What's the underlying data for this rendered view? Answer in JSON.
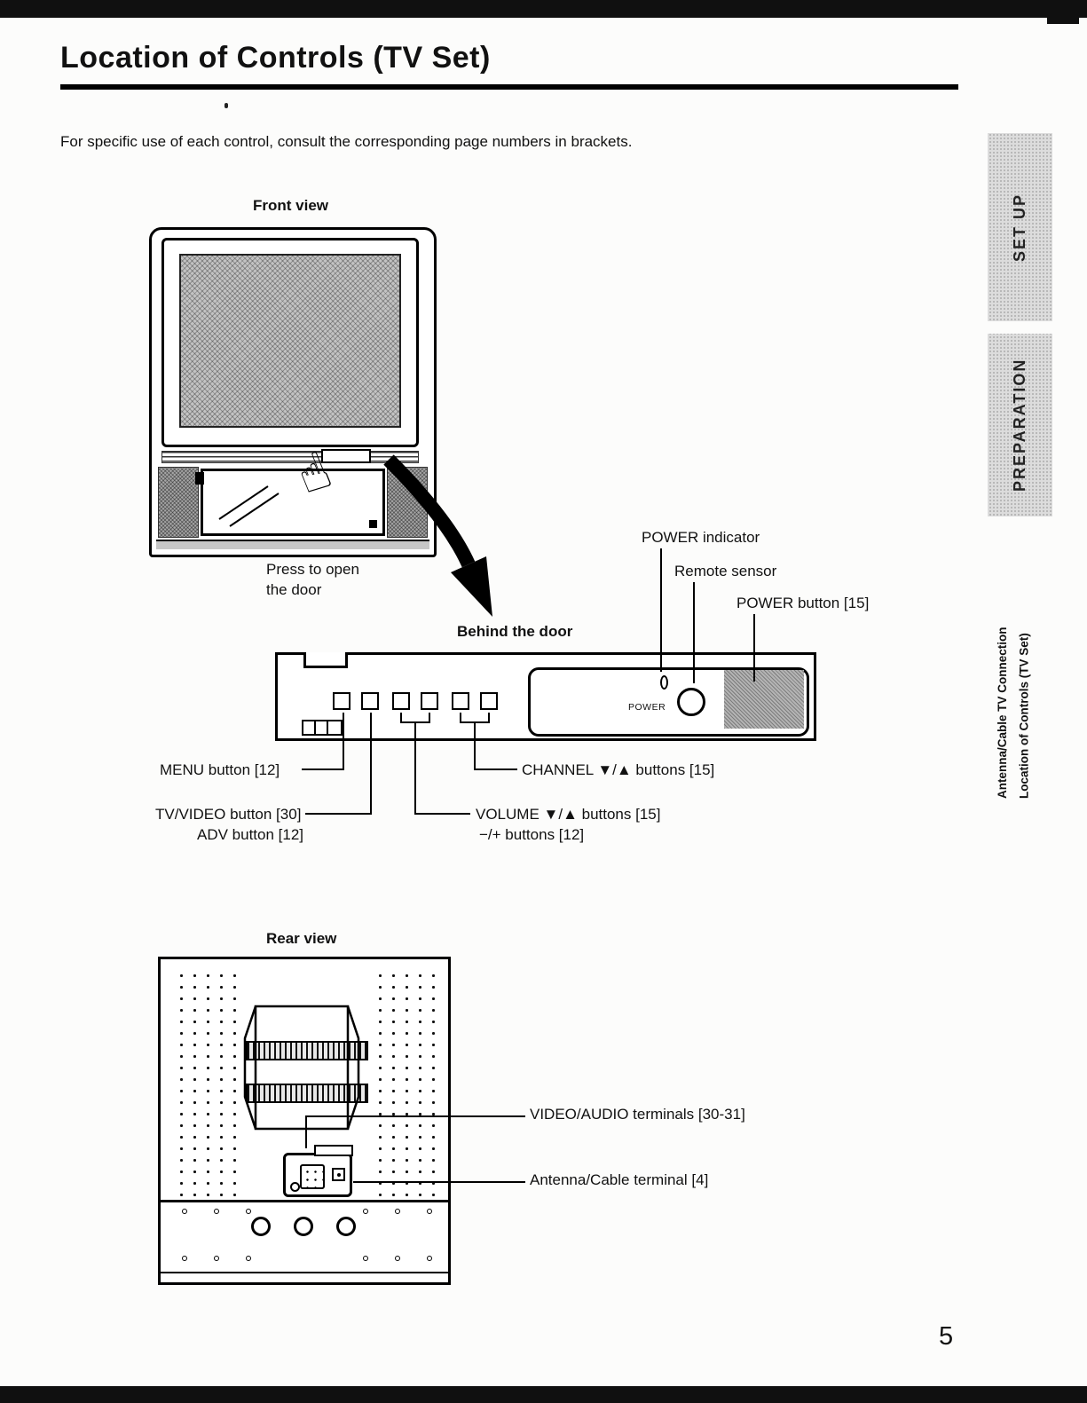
{
  "page": {
    "title": "Location of Controls (TV Set)",
    "intro": "For specific use of each control, consult the corresponding page numbers in brackets.",
    "page_number": "5"
  },
  "sidebar": {
    "setup_tab": "SET UP",
    "preparation_tab": "PREPARATION",
    "caption_line1": "Antenna/Cable TV Connection",
    "caption_line2": "Location of Controls (TV Set)"
  },
  "front_view": {
    "heading": "Front view",
    "press_note_line1": "Press to open",
    "press_note_line2": "the door"
  },
  "behind_door": {
    "heading": "Behind the door",
    "power_indicator_label": "POWER indicator",
    "remote_sensor_label": "Remote sensor",
    "power_button_label": "POWER button [15]",
    "power_text": "POWER",
    "menu_button_label": "MENU button [12]",
    "tv_video_button_label": "TV/VIDEO button [30]",
    "adv_button_label": "ADV button [12]",
    "channel_buttons_label": "CHANNEL ▼/▲ buttons [15]",
    "volume_buttons_label": "VOLUME ▼/▲ buttons [15]",
    "minus_plus_buttons_label": "−/+ buttons [12]"
  },
  "rear_view": {
    "heading": "Rear view",
    "video_audio_label": "VIDEO/AUDIO terminals [30-31]",
    "antenna_label": "Antenna/Cable terminal [4]"
  },
  "icons": {
    "hand_press": "☝"
  }
}
